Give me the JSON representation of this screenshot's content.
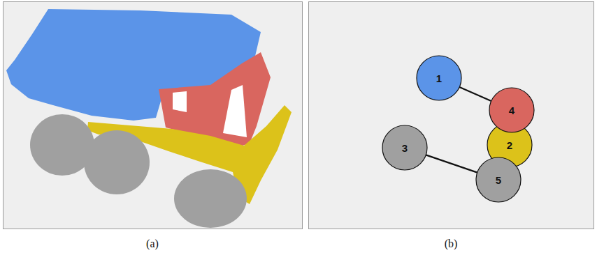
{
  "diagram": {
    "nodes": [
      {
        "text": [
          "1"
        ]
      },
      {
        "text": [
          "4"
        ]
      },
      {
        "text": [
          "3"
        ]
      },
      {
        "text": [
          "2"
        ]
      },
      {
        "text": [
          "5"
        ]
      }
    ],
    "edges": [
      {
        "from": 0,
        "to": 1,
        "arrow": "none"
      },
      {
        "from": 2,
        "to": 4,
        "arrow": "none"
      }
    ],
    "labels": [
      "(a)",
      "(b)"
    ]
  }
}
